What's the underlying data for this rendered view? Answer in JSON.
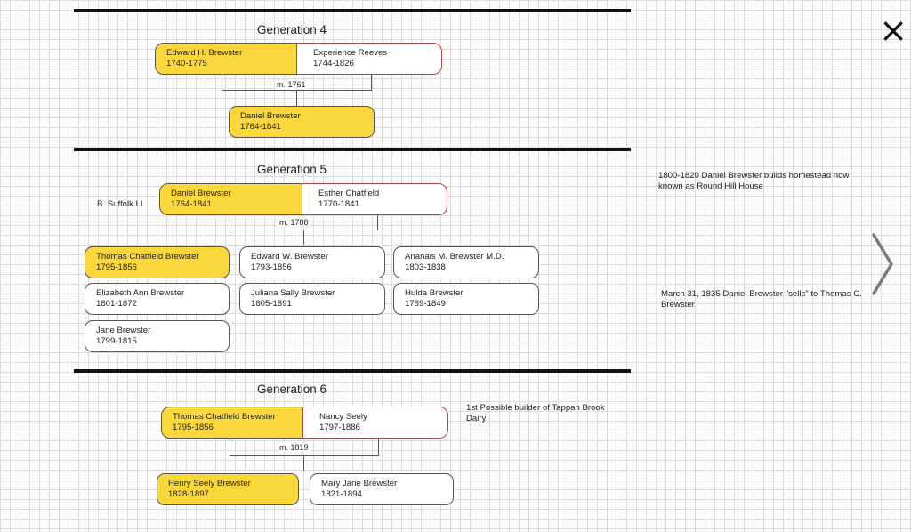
{
  "gen4": {
    "title": "Generation 4",
    "husband": {
      "name": "Edward H. Brewster",
      "dates": "1740-1775"
    },
    "wife": {
      "name": "Experience Reeves",
      "dates": "1744-1826"
    },
    "marriage": "m. 1761",
    "children": [
      {
        "name": "Daniel Brewster",
        "dates": "1764-1841"
      }
    ]
  },
  "gen5": {
    "title": "Generation 5",
    "side_label": "B. Suffolk LI",
    "husband": {
      "name": "Daniel Brewster",
      "dates": "1764-1841"
    },
    "wife": {
      "name": "Esther Chatfield",
      "dates": "1770-1841"
    },
    "marriage": "m. 1788",
    "children": [
      {
        "name": "Thomas Chatfield Brewster",
        "dates": "1795-1856"
      },
      {
        "name": "Edward W. Brewster",
        "dates": "1793-1856"
      },
      {
        "name": "Ananais M. Brewster M.D.",
        "dates": "1803-1838"
      },
      {
        "name": "Elizabeth Ann Brewster",
        "dates": "1801-1872"
      },
      {
        "name": "Juliana Sally Brewster",
        "dates": "1805-1891"
      },
      {
        "name": "Hulda Brewster",
        "dates": "1789-1849"
      },
      {
        "name": "Jane Brewster",
        "dates": "1799-1815"
      }
    ]
  },
  "gen6": {
    "title": "Generation 6",
    "husband": {
      "name": "Thomas Chatfield Brewster",
      "dates": "1795-1856"
    },
    "wife": {
      "name": "Nancy Seely",
      "dates": "1797-1886"
    },
    "marriage": "m. 1819",
    "note": "1st Possible builder of Tappan Brook Dairy",
    "children": [
      {
        "name": "Henry Seely Brewster",
        "dates": "1828-1897"
      },
      {
        "name": "Mary Jane Brewster",
        "dates": "1821-1894"
      }
    ]
  },
  "notes": {
    "homestead": "1800-1820 Daniel Brewster builds homestead now known as Round Hill House",
    "sale": "March 31, 1835 Daniel Brewster \"sells\" to Thomas C. Brewster"
  },
  "controls": {
    "close": "×",
    "next": "next-chevron-icon"
  }
}
